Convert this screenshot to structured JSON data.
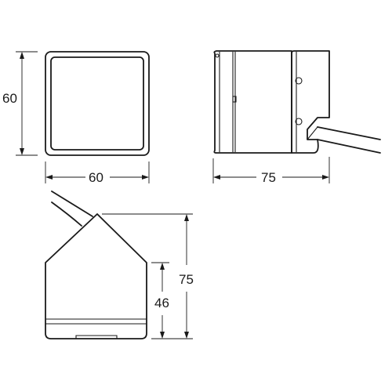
{
  "dimensions": {
    "front_height": "60",
    "front_width": "60",
    "side_width": "75",
    "bottom_total_height": "75",
    "bottom_lower_height": "46"
  }
}
